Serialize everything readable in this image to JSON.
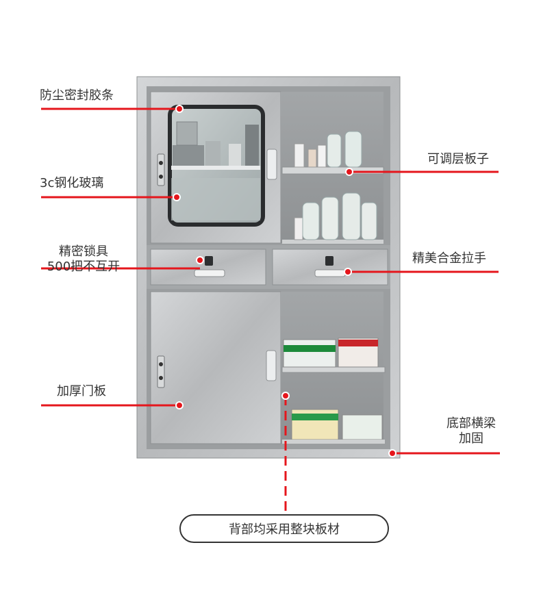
{
  "callouts": {
    "seal_strip": "防尘密封胶条",
    "glass": "3c钢化玻璃",
    "lock_line1": "精密锁具",
    "lock_line2": "500把不互开",
    "door_panel": "加厚门板",
    "shelf": "可调层板子",
    "handle": "精美合金拉手",
    "beam_line1": "底部横梁",
    "beam_line2": "加固",
    "back_panel": "背部均采用整块板材"
  },
  "colors": {
    "accent": "#e5161c",
    "label_text": "#333333",
    "steel": "#bfc1c3"
  }
}
